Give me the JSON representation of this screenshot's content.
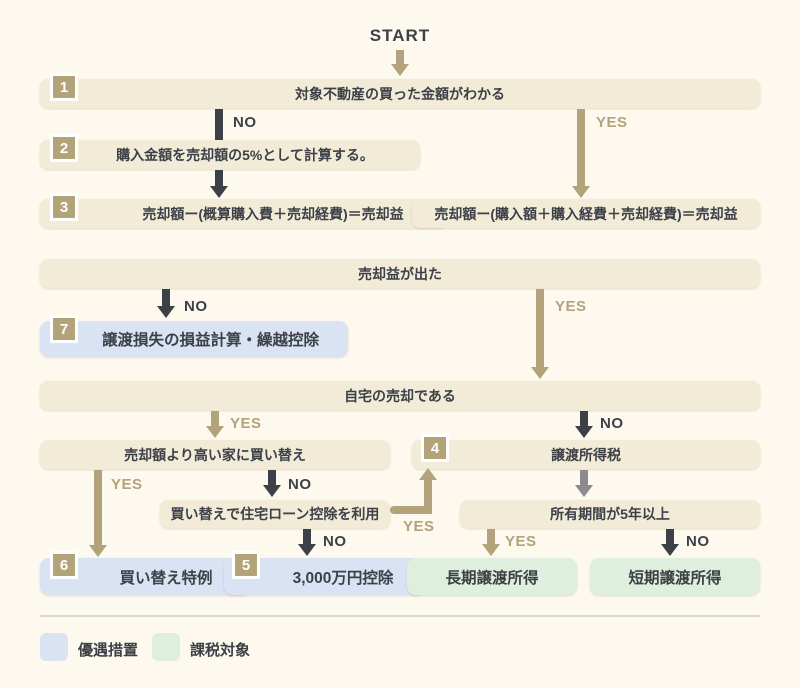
{
  "title": "START",
  "labels": {
    "yes": "YES",
    "no": "NO"
  },
  "nodes": {
    "known_price": {
      "num": "1",
      "text": "対象不動産の買った金額がわかる"
    },
    "calc_5pct": {
      "num": "2",
      "text": "購入金額を売却額の5%として計算する。"
    },
    "formula_est": {
      "num": "3",
      "text": "売却額ー(概算購入費＋売却経費)＝売却益"
    },
    "formula_act": {
      "text": "売却額ー(購入額＋購入経費＋売却経費)＝売却益"
    },
    "gain": {
      "text": "売却益が出た"
    },
    "loss_carry": {
      "num": "7",
      "text": "譲渡損失の損益計算・繰越控除"
    },
    "home_sale": {
      "text": "自宅の売却である"
    },
    "buy_higher": {
      "text": "売却額より高い家に買い替え"
    },
    "transfer_tax": {
      "num": "4",
      "text": "譲渡所得税"
    },
    "loan_deduct": {
      "text": "買い替えで住宅ローン控除を利用"
    },
    "own_period": {
      "text": "所有期間が5年以上"
    },
    "replace_spec": {
      "num": "6",
      "text": "買い替え特例"
    },
    "deduct_30m": {
      "num": "5",
      "text": "3,000万円控除"
    },
    "long_term": {
      "text": "長期譲渡所得"
    },
    "short_term": {
      "text": "短期譲渡所得"
    }
  },
  "legend": {
    "preferential": {
      "label": "優遇措置",
      "color": "#d9e3f4"
    },
    "taxable": {
      "label": "課税対象",
      "color": "#def0dd"
    }
  },
  "colors": {
    "background": "#fdf9ee",
    "node_cream": "#f1ebd8",
    "node_blue": "#d9e3f4",
    "node_green": "#def0dd",
    "accent_tan": "#b3a37b",
    "arrow_dark": "#3c4047",
    "arrow_gray": "#8c8c8c",
    "text_dark": "#3d4147"
  }
}
